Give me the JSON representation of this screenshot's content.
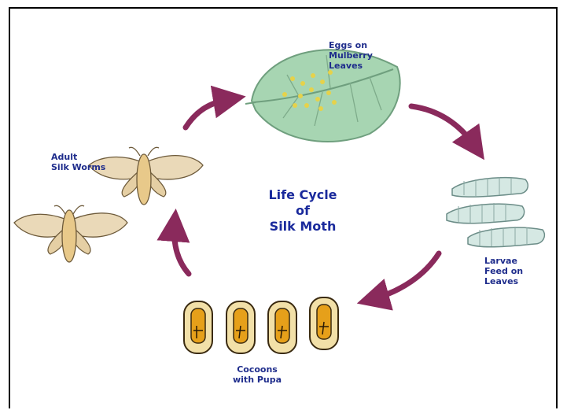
{
  "title": {
    "line1": "Life Cycle",
    "line2": "of",
    "line3": "Silk Moth"
  },
  "stages": {
    "eggs": {
      "line1": "Eggs on",
      "line2": "Mulberry",
      "line3": "Leaves"
    },
    "larvae": {
      "line1": "Larvae",
      "line2": "Feed on",
      "line3": "Leaves"
    },
    "cocoons": {
      "line1": "Cocoons",
      "line2": "with Pupa"
    },
    "adult": {
      "line1": "Adult",
      "line2": "Silk Worms"
    }
  },
  "colors": {
    "arrow": "#8a2a5c",
    "label": "#1f2d8c",
    "leaf": "#9fd0a8",
    "egg": "#e8d84a",
    "larva": "#cfe3de",
    "cocoon": "#e8a21a",
    "moth": "#ead9b8"
  }
}
